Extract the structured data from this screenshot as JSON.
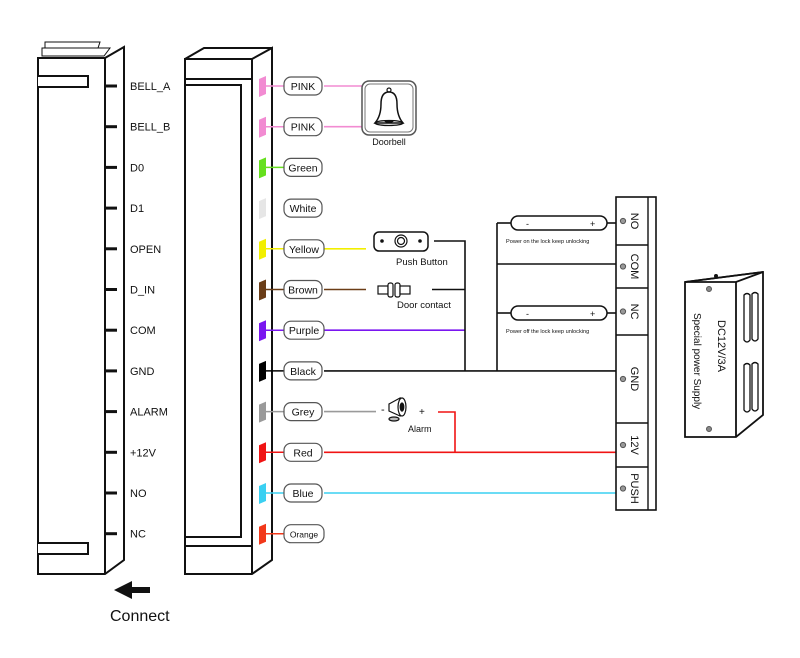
{
  "pins": [
    {
      "label": "BELL_A",
      "wire": "PINK",
      "color": "#f28bd2"
    },
    {
      "label": "BELL_B",
      "wire": "PINK",
      "color": "#f28bd2"
    },
    {
      "label": "D0",
      "wire": "Green",
      "color": "#66e01e"
    },
    {
      "label": "D1",
      "wire": "White",
      "color": "#e6e6e6"
    },
    {
      "label": "OPEN",
      "wire": "Yellow",
      "color": "#f2ef00"
    },
    {
      "label": "D_IN",
      "wire": "Brown",
      "color": "#6b3d17"
    },
    {
      "label": "COM",
      "wire": "Purple",
      "color": "#7a16f0"
    },
    {
      "label": "GND",
      "wire": "Black",
      "color": "#000000"
    },
    {
      "label": "ALARM",
      "wire": "Grey",
      "color": "#9a9a9a"
    },
    {
      "label": "+12V",
      "wire": "Red",
      "color": "#f01414"
    },
    {
      "label": "NO",
      "wire": "Blue",
      "color": "#3ad0f2"
    },
    {
      "label": "NC",
      "wire": "Orange",
      "color": "#f2381a"
    }
  ],
  "devices": {
    "doorbell": "Doorbell",
    "push_button": "Push Button",
    "door_contact": "Door contact",
    "alarm": "Alarm",
    "alarm_minus": "-",
    "alarm_plus": "+",
    "lock_no_caption": "Power on the lock keep unlocking",
    "lock_nc_caption": "Power off the lock keep unlocking",
    "lock_minus": "-",
    "lock_plus": "+"
  },
  "terminal_block": [
    "NO",
    "COM",
    "NC",
    "GND",
    "12V",
    "PUSH"
  ],
  "power_supply": {
    "rating": "DC12V/3A",
    "name": "Special power Supply"
  },
  "connect_label": "Connect"
}
